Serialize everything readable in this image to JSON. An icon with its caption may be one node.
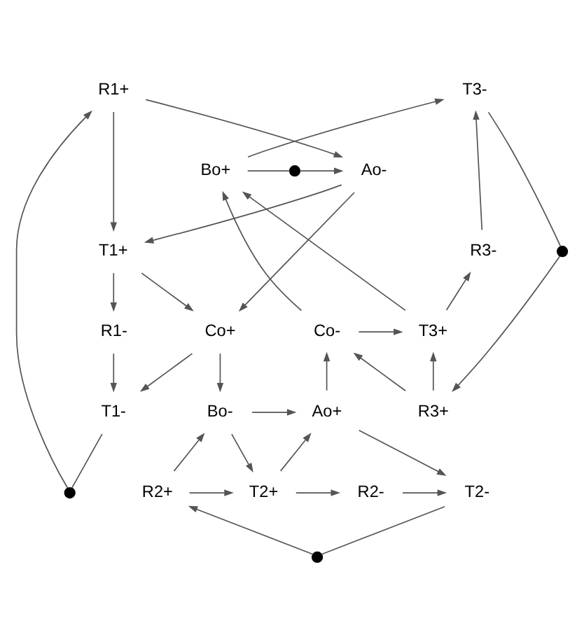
{
  "diagram": {
    "nodes": [
      {
        "text": [
          "R1+"
        ]
      },
      {
        "text": [],
        "shape": "circle"
      },
      {
        "text": [
          "Ao-"
        ]
      },
      {
        "text": [
          "Bo+"
        ]
      },
      {
        "text": [
          "T3-"
        ]
      },
      {
        "text": [
          "T1+"
        ]
      },
      {
        "text": [],
        "shape": "circle"
      },
      {
        "text": [
          "R3-"
        ]
      },
      {
        "text": [],
        "shape": "circle"
      },
      {
        "text": [
          "Co+"
        ]
      },
      {
        "text": [
          "Co-"
        ]
      },
      {
        "text": [
          "T3+"
        ]
      },
      {
        "text": [
          "R1-"
        ]
      },
      {
        "text": [
          "T1-"
        ]
      },
      {
        "text": [
          "Bo-"
        ]
      },
      {
        "text": [
          "Ao+"
        ]
      },
      {
        "text": [
          "R3+"
        ]
      },
      {
        "text": [
          "R2+"
        ]
      },
      {
        "text": [
          "T2+"
        ]
      },
      {
        "text": [
          "R2-"
        ]
      },
      {
        "text": [
          "T2-"
        ]
      },
      {
        "text": [],
        "shape": "circle"
      }
    ],
    "edges": [
      {
        "from": 0,
        "to": 2,
        "arrow": "to"
      },
      {
        "from": 0,
        "to": 5,
        "arrow": "to"
      },
      {
        "from": 3,
        "to": 1,
        "arrow": "none"
      },
      {
        "from": 1,
        "to": 2,
        "arrow": "to"
      },
      {
        "from": 2,
        "to": 5,
        "arrow": "to"
      },
      {
        "from": 2,
        "to": 9,
        "arrow": "to"
      },
      {
        "from": 5,
        "to": 9,
        "arrow": "to"
      },
      {
        "from": 5,
        "to": 12,
        "arrow": "to"
      },
      {
        "from": 12,
        "to": 13,
        "arrow": "to"
      },
      {
        "from": 9,
        "to": 13,
        "arrow": "to"
      },
      {
        "from": 9,
        "to": 14,
        "arrow": "to"
      },
      {
        "from": 13,
        "to": 6,
        "arrow": "none"
      },
      {
        "from": 6,
        "to": 0,
        "arrow": "to"
      },
      {
        "from": 3,
        "to": 4,
        "arrow": "to"
      },
      {
        "from": 7,
        "to": 4,
        "arrow": "to"
      },
      {
        "from": 11,
        "to": 7,
        "arrow": "to"
      },
      {
        "from": 11,
        "to": 3,
        "arrow": "to"
      },
      {
        "from": 10,
        "to": 3,
        "arrow": "to"
      },
      {
        "from": 10,
        "to": 11,
        "arrow": "to"
      },
      {
        "from": 16,
        "to": 10,
        "arrow": "to"
      },
      {
        "from": 16,
        "to": 11,
        "arrow": "to"
      },
      {
        "from": 4,
        "to": 8,
        "arrow": "none"
      },
      {
        "from": 8,
        "to": 16,
        "arrow": "to"
      },
      {
        "from": 14,
        "to": 15,
        "arrow": "to"
      },
      {
        "from": 15,
        "to": 10,
        "arrow": "to"
      },
      {
        "from": 14,
        "to": 18,
        "arrow": "to"
      },
      {
        "from": 17,
        "to": 14,
        "arrow": "to"
      },
      {
        "from": 18,
        "to": 15,
        "arrow": "to"
      },
      {
        "from": 17,
        "to": 18,
        "arrow": "to"
      },
      {
        "from": 18,
        "to": 19,
        "arrow": "to"
      },
      {
        "from": 19,
        "to": 20,
        "arrow": "to"
      },
      {
        "from": 15,
        "to": 20,
        "arrow": "to"
      },
      {
        "from": 20,
        "to": 21,
        "arrow": "none"
      },
      {
        "from": 21,
        "to": 17,
        "arrow": "to"
      }
    ]
  }
}
